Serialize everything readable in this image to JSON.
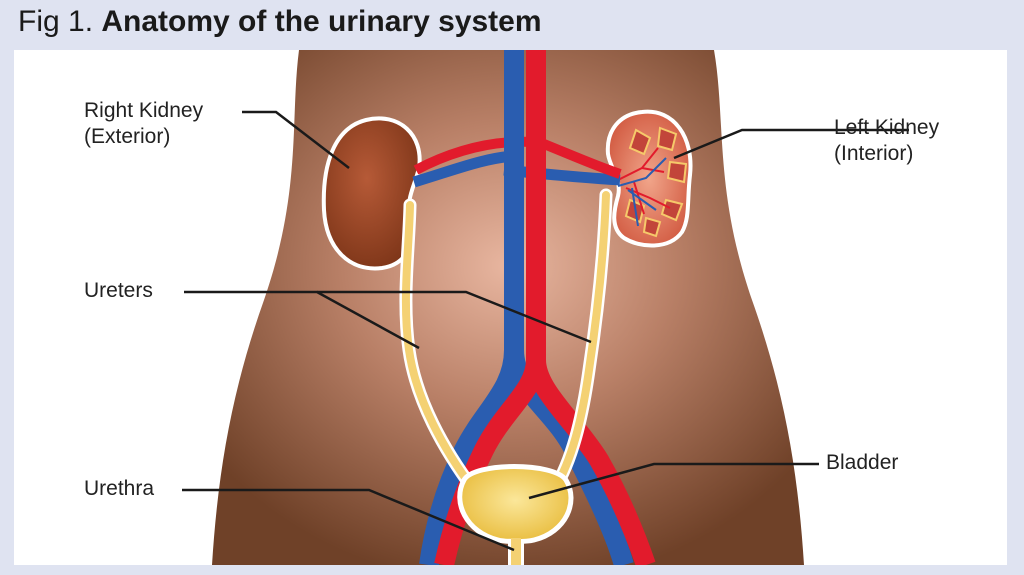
{
  "figure": {
    "number": "Fig 1.",
    "title": "Anatomy of the urinary system"
  },
  "labels": {
    "right_kidney": {
      "line1": "Right Kidney",
      "line2": "(Exterior)"
    },
    "left_kidney": {
      "line1": "Left Kidney",
      "line2": "(Interior)"
    },
    "ureters": "Ureters",
    "urethra": "Urethra",
    "bladder": "Bladder"
  },
  "colors": {
    "page_background": "#dfe3f1",
    "panel_background": "#ffffff",
    "body_skin": "#a0705a",
    "artery": "#e21b2c",
    "vein": "#2a5db0",
    "ureter": "#f4d173",
    "bladder": "#f2cf56",
    "kidney_exterior": "#9a4a2c",
    "kidney_interior": "#d96a4e"
  }
}
